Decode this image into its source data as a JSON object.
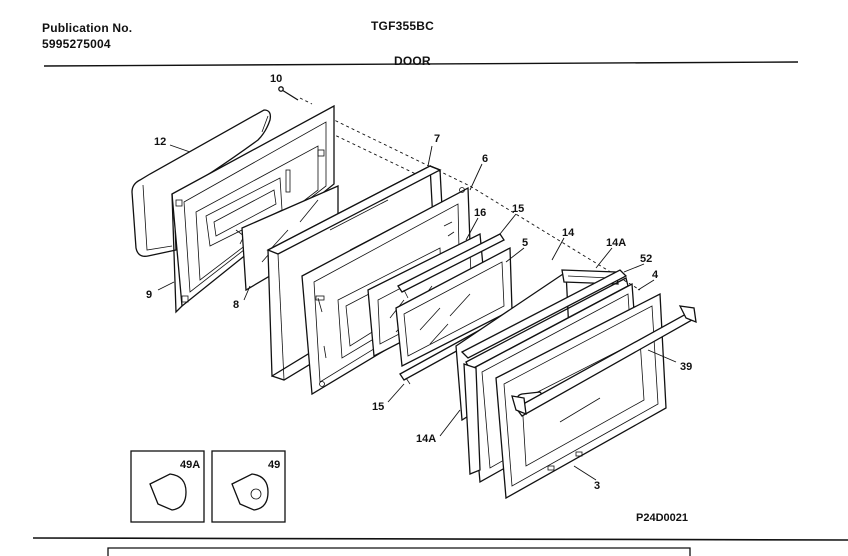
{
  "header": {
    "publication_label": "Publication No.",
    "publication_number": "5995275004",
    "model": "TGF355BC",
    "section": "DOOR"
  },
  "footer": {
    "diagram_code": "P24D0021"
  },
  "callouts": [
    {
      "id": "c10",
      "label": "10"
    },
    {
      "id": "c12",
      "label": "12"
    },
    {
      "id": "c7",
      "label": "7"
    },
    {
      "id": "c6",
      "label": "6"
    },
    {
      "id": "c16",
      "label": "16"
    },
    {
      "id": "c15a",
      "label": "15"
    },
    {
      "id": "c5",
      "label": "5"
    },
    {
      "id": "c14",
      "label": "14"
    },
    {
      "id": "c14Aa",
      "label": "14A"
    },
    {
      "id": "c52",
      "label": "52"
    },
    {
      "id": "c4",
      "label": "4"
    },
    {
      "id": "c9",
      "label": "9"
    },
    {
      "id": "c8",
      "label": "8"
    },
    {
      "id": "c39",
      "label": "39"
    },
    {
      "id": "c15b",
      "label": "15"
    },
    {
      "id": "c14Ab",
      "label": "14A"
    },
    {
      "id": "c3",
      "label": "3"
    },
    {
      "id": "c49A",
      "label": "49A"
    },
    {
      "id": "c49",
      "label": "49"
    }
  ]
}
